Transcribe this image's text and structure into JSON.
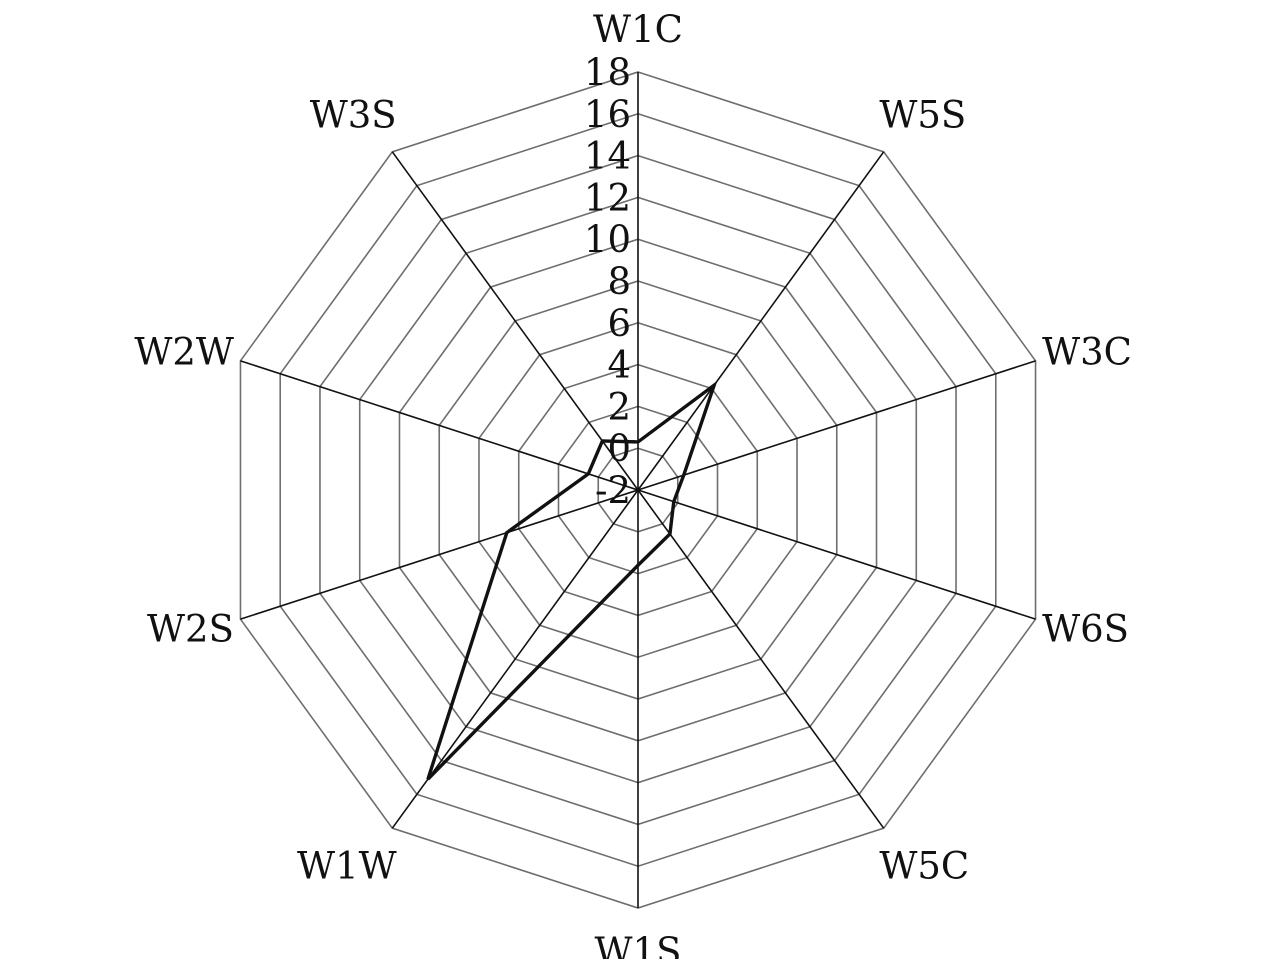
{
  "chart_data": {
    "type": "radar",
    "title": "",
    "axes": [
      "W1C",
      "W5S",
      "W3C",
      "W6S",
      "W5C",
      "W1S",
      "W1W",
      "W2S",
      "W2W",
      "W3S"
    ],
    "ticks": [
      "18",
      "16",
      "14",
      "12",
      "10",
      "8",
      "6",
      "4",
      "2",
      "0",
      "-2"
    ],
    "rmin": -2,
    "rmax": 18,
    "rstep": 2,
    "grid": true,
    "series": [
      {
        "values": [
          0.3,
          4.2,
          0.3,
          -0.2,
          0.6,
          1.6,
          15.1,
          4.6,
          0.5,
          0.9
        ]
      }
    ],
    "colors": {
      "series": "#111111",
      "grid": "#6e6e6e",
      "spoke": "#111111"
    }
  }
}
